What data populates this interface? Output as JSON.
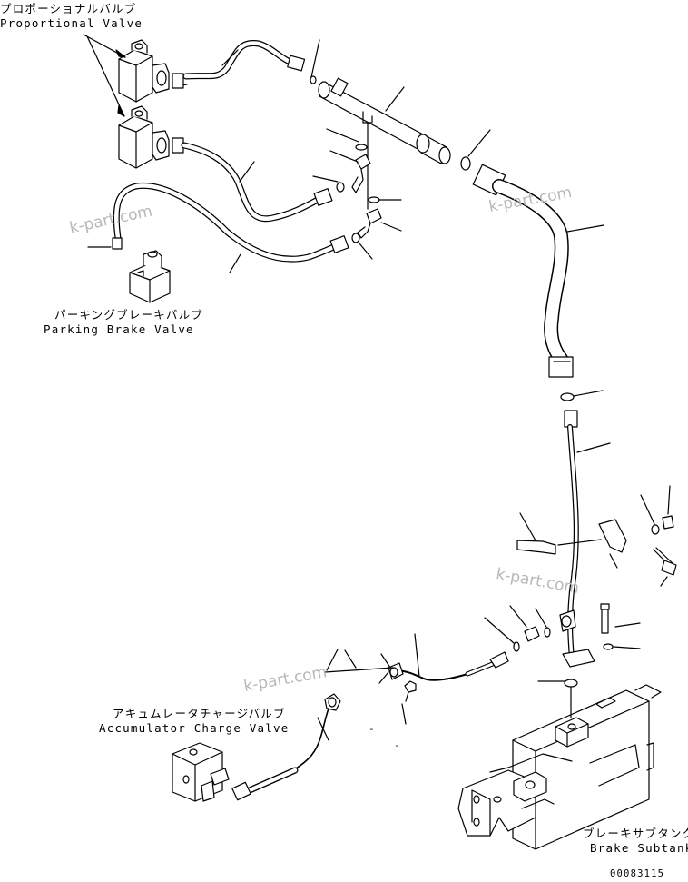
{
  "labels": {
    "proportional_valve_jp": "プロポーショナルバルブ",
    "proportional_valve_en": "Proportional Valve",
    "parking_brake_valve_jp": "パーキングブレーキバルブ",
    "parking_brake_valve_en": "Parking Brake Valve",
    "accumulator_charge_valve_jp": "アキュムレータチャージバルブ",
    "accumulator_charge_valve_en": "Accumulator Charge Valve",
    "brake_subtank_jp": "ブレーキサブタンク",
    "brake_subtank_en": "Brake Subtank"
  },
  "watermark": "k-part.com",
  "drawing_number": "00083115",
  "dash_marks": [
    "-",
    "-"
  ]
}
